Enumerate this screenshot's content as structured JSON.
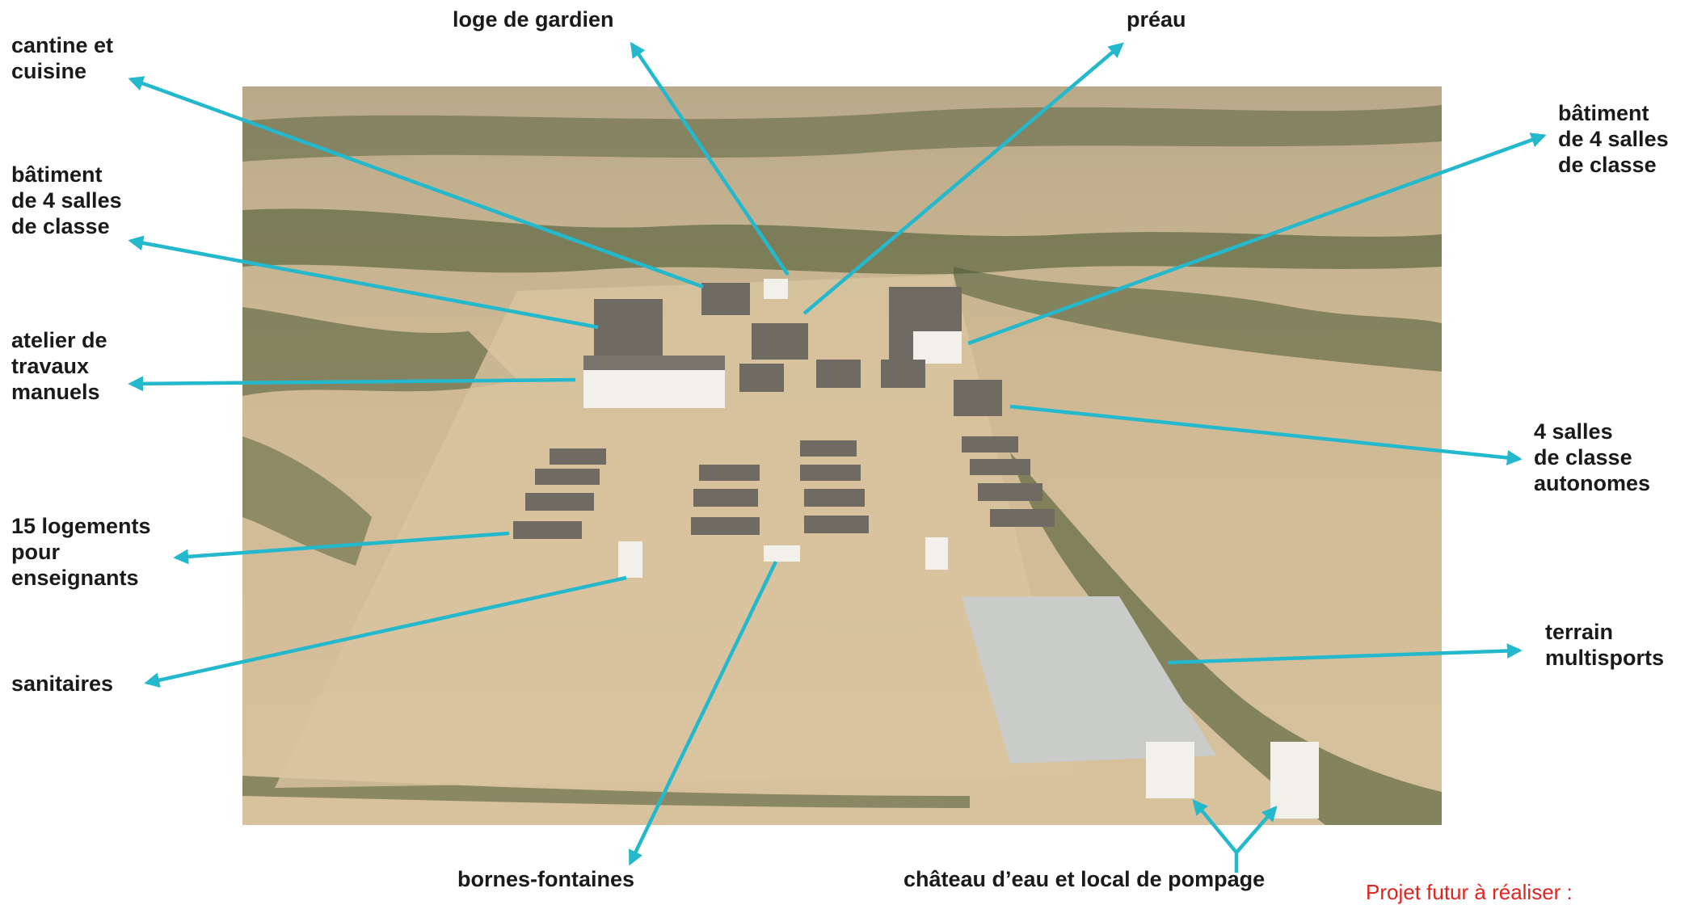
{
  "figure": {
    "colors": {
      "arrow": "#24b8cc",
      "label_text": "#1a1a1a",
      "future_text": "#e0241f",
      "sky_ground": "#d6bf97",
      "scrub": "#4b5a34",
      "court": "#c9ccc8",
      "roof": "#6f6a62",
      "wall": "#f2f0ea"
    },
    "photo": {
      "description_icon": "aerial-photo-image"
    },
    "labels": {
      "cantine": "cantine et\ncuisine",
      "loge": "loge de gardien",
      "preau": "préau",
      "bat_left": "bâtiment\nde 4 salles\nde classe",
      "bat_right": "bâtiment\nde 4 salles\nde classe",
      "atelier": "atelier de\ntravaux\nmanuels",
      "salles_autonomes": "4 salles\nde classe\nautonomes",
      "logements": "15 logements\npour\nenseignants",
      "sanitaires": "sanitaires",
      "terrain": "terrain\nmultisports",
      "bornes": "bornes-fontaines",
      "chateau": "château d’eau et local de pompage",
      "futur": "Projet futur à réaliser :"
    }
  }
}
